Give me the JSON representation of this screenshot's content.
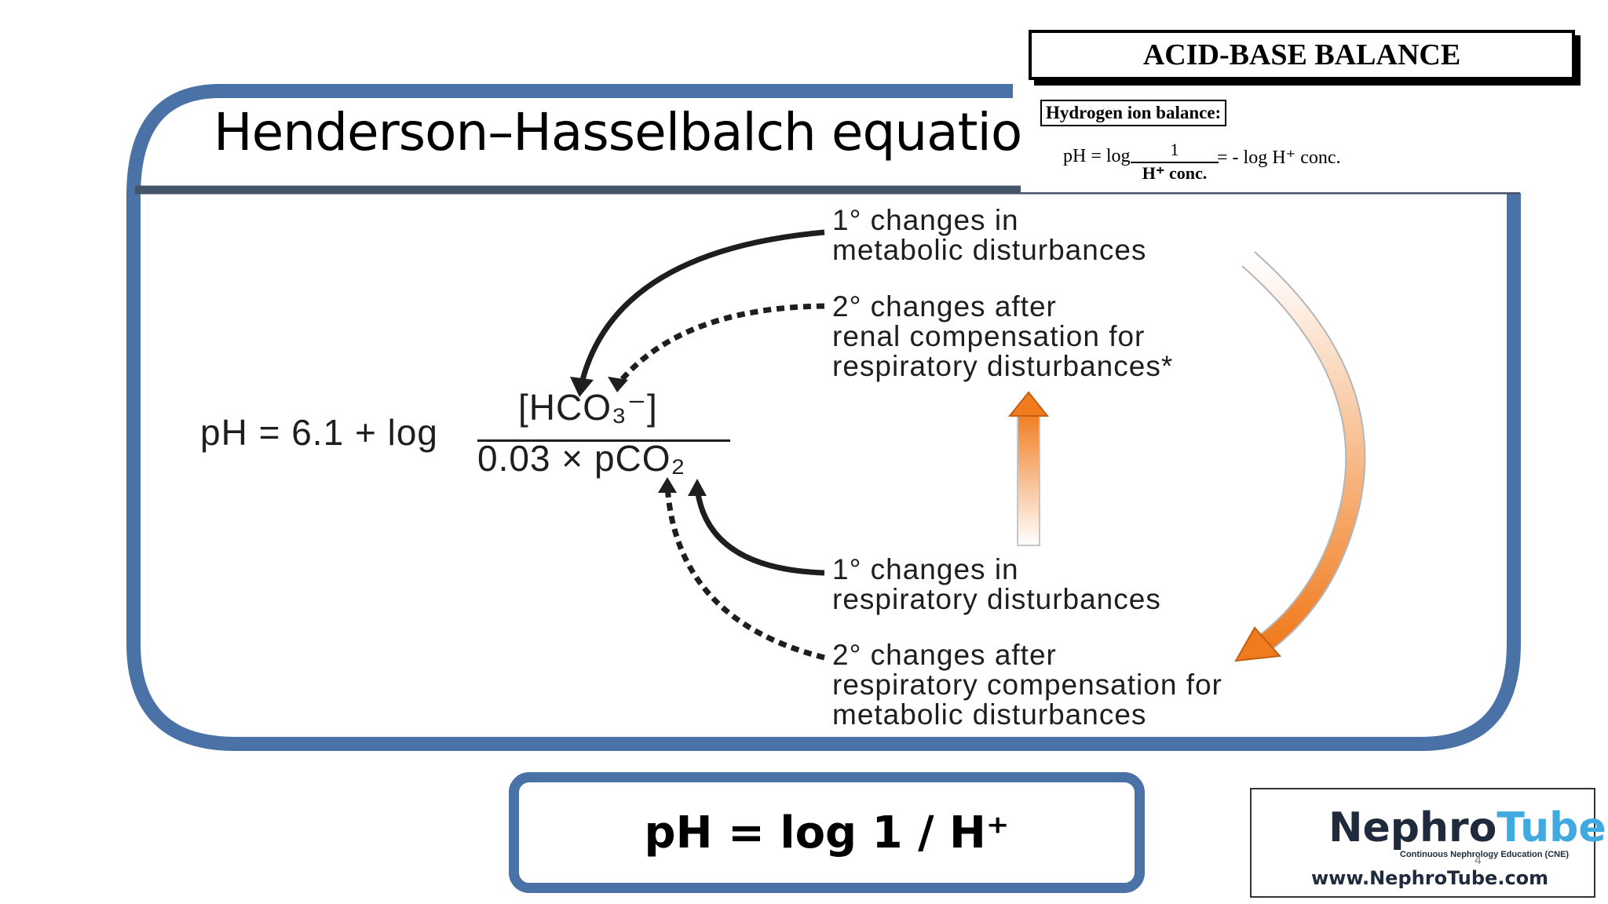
{
  "slide": {
    "title": "Henderson–Hasselbalch equation",
    "page_number": "4",
    "colors": {
      "frame": "#4a72a6",
      "accent_arrow": "#f07b1e"
    }
  },
  "inset": {
    "header": "ACID-BASE BALANCE",
    "subheader": "Hydrogen ion balance:",
    "eq_left": "pH = log",
    "eq_numerator": "1",
    "eq_denominator": "H⁺ conc.",
    "eq_right": "= - log H⁺ conc."
  },
  "equation": {
    "left": "pH = 6.1 + log",
    "numerator": "[HCO₃⁻]",
    "denominator": "0.03 × pCO₂"
  },
  "labels": {
    "primary_metabolic": [
      "1° changes in",
      "metabolic disturbances"
    ],
    "secondary_renal": [
      "2° changes after",
      "renal compensation for",
      "respiratory disturbances*"
    ],
    "primary_respiratory": [
      "1° changes in",
      "respiratory disturbances"
    ],
    "secondary_respiratory": [
      "2° changes after",
      "respiratory compensation for",
      "metabolic disturbances"
    ]
  },
  "formula": "pH = log 1 / H⁺",
  "logo": {
    "brand_part1": "Nephro",
    "brand_part2": "Tube",
    "tagline": "Continuous Nephrology Education (CNE)",
    "url": "www.NephroTube.com",
    "icon": "graduation-kidney-icon"
  }
}
